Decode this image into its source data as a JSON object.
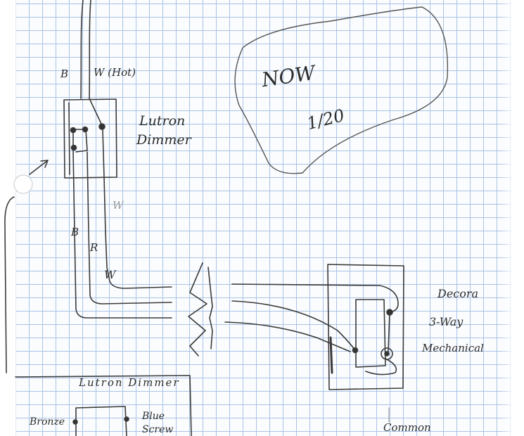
{
  "labels": {
    "wire_b_top": "B",
    "wire_w_hot": "W (Hot)",
    "dimmer_title_line1": "Lutron",
    "dimmer_title_line2": "Dimmer",
    "note_line1": "NOW",
    "note_line2": "1/20",
    "wire_w_faint": "W",
    "wire_b_lower": "B",
    "wire_r": "R",
    "wire_w_lower": "W",
    "switch_line1": "Decora",
    "switch_line2": "3-Way",
    "switch_line3": "Mechanical",
    "bottom_title": "Lutron Dimmer",
    "bronze": "Bronze",
    "blue_line1": "Blue",
    "blue_line2": "Screw",
    "common": "Common"
  },
  "colors": {
    "ink": "#2d2d2d",
    "pencil_faint": "#9b9b9b",
    "grid": "#a9c3e6",
    "paper": "#fbfcfe"
  }
}
